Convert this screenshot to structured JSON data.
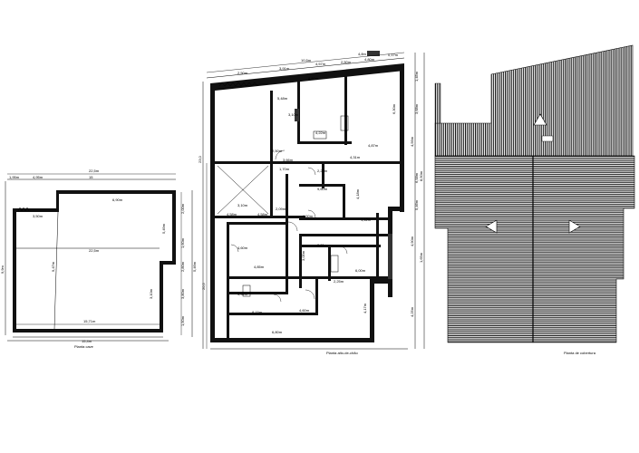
{
  "colors": {
    "ink": "#000000",
    "paper": "#ffffff"
  },
  "captions": {
    "left": "Planta cave",
    "middle": "Planta alto-de-chão",
    "right": "Planta de cobertura"
  },
  "left_plan": {
    "top_total": "22,5m",
    "top_segments": [
      "1,95m",
      "4,95m",
      "15"
    ],
    "room_width": "6,90m",
    "left_label": "3,50m",
    "center_horizontal": "22,5m",
    "center_vertical": "9,47m",
    "right_dim_1": "5,49m",
    "right_dim_2": "3,10m",
    "bottom_inner": "15,71m",
    "bottom_total": "15,4m",
    "left_total": "9,9m",
    "right_chain": [
      "2,00m",
      "1,60m",
      "2,80m",
      "3,80m",
      "1,50m",
      "5,46m"
    ]
  },
  "middle_plan": {
    "top_dims": [
      "2,50m",
      "3,91m",
      "4,57m",
      "2,50m",
      "4,80m",
      "0,17m"
    ],
    "top_chain": [
      "10,5m",
      "4,8m"
    ],
    "rooms": [
      "8,80m",
      "5,48m",
      "3,10m",
      "4,22m",
      "6,30m",
      "4,87m",
      "2,50m",
      "3,66m",
      "4,31m",
      "1,70m",
      "2,28m",
      "9,60m",
      "4,18m",
      "2,09m",
      "3,10m",
      "4,58m",
      "4,58m",
      "1,42m",
      "1,50m",
      "3,21m",
      "4,60m",
      "4,85m",
      "3,05m",
      "6,00m",
      "2,25m",
      "3,92m",
      "8,15m",
      "4,60m",
      "4,17m",
      "6,80m"
    ],
    "left_dims": [
      "23,0",
      "20,5"
    ],
    "right_dims": [
      "1,45m",
      "3,68m",
      "4,56m",
      "6,58m",
      "5,46m",
      "4,90m",
      "1,65m",
      "8,50m",
      "4,25m"
    ]
  },
  "roof": {
    "arrows": [
      "up",
      "left",
      "right"
    ]
  }
}
